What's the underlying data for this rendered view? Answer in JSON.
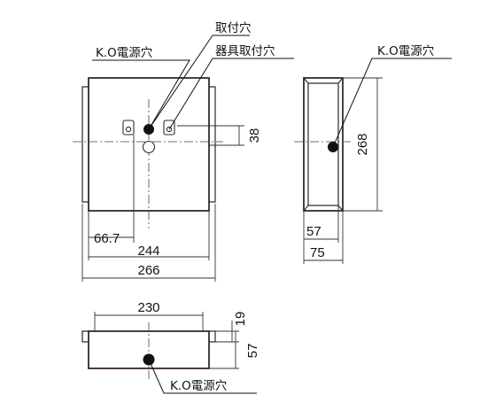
{
  "labels": {
    "ko_hole_front": "K.O電源穴",
    "mount_hole": "取付穴",
    "fixture_mount_hole": "器具取付穴",
    "ko_hole_side": "K.O電源穴",
    "ko_hole_bottom": "K.O電源穴"
  },
  "dimensions": {
    "front_inner_offset": "66.7",
    "front_mount_pitch": "244",
    "front_width": "266",
    "front_hole_height": "38",
    "side_height": "268",
    "side_inner_depth": "57",
    "side_depth": "75",
    "bottom_width": "230",
    "bottom_flange": "19",
    "bottom_depth": "57"
  },
  "colors": {
    "line": "#2a2a2a",
    "hole_fill": "#111111",
    "background": "#ffffff"
  }
}
